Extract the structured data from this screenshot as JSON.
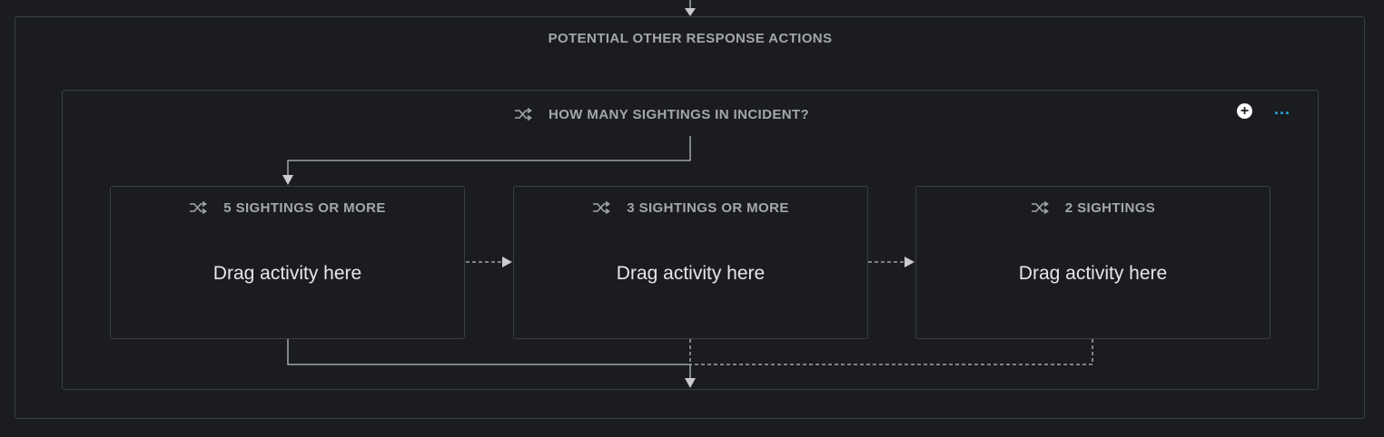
{
  "outer_group": {
    "title": "POTENTIAL OTHER RESPONSE ACTIONS"
  },
  "branch": {
    "title": "HOW MANY SIGHTINGS IN INCIDENT?",
    "add_icon": "plus-circle-icon",
    "more_label": "...",
    "cases": [
      {
        "title": "5 SIGHTINGS OR MORE",
        "drop_label": "Drag activity here"
      },
      {
        "title": "3 SIGHTINGS OR MORE",
        "drop_label": "Drag activity here"
      },
      {
        "title": "2 SIGHTINGS",
        "drop_label": "Drag activity here"
      }
    ]
  },
  "colors": {
    "background": "#1b1c1f",
    "border": "#3a4048",
    "text_muted": "#a3a6ab",
    "text_primary": "#e6e7e9",
    "accent": "#2aa8e0",
    "connector": "#b8bbc0"
  }
}
